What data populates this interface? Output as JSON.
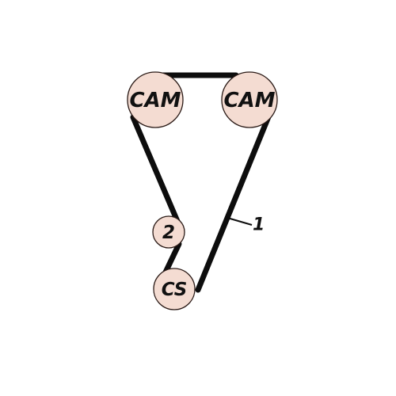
{
  "pulleys": {
    "cam_left": "CAM",
    "cam_right": "CAM",
    "idler": "2",
    "crankshaft": "CS"
  },
  "callout": "1",
  "colors": {
    "pulley_fill": "#f4dcd2",
    "belt": "#0d0d0d"
  }
}
